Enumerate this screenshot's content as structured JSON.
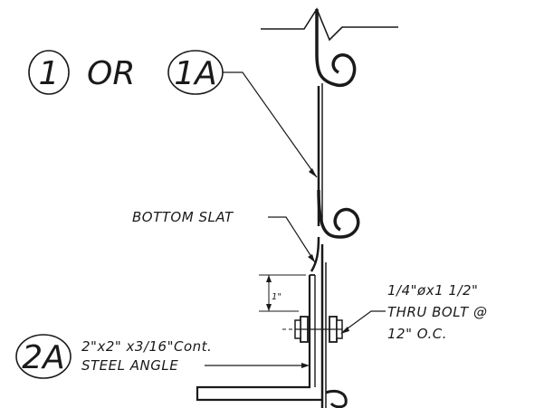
{
  "detail_tags": {
    "tag1": "1",
    "or_text": "OR",
    "tag1a": "1A",
    "tag2a": "2A"
  },
  "labels": {
    "bottom_slat": "BOTTOM SLAT",
    "angle_line1": "2\"x2\" x3/16\"Cont.",
    "angle_line2": "STEEL ANGLE",
    "bolt_line1": "1/4\"øx1 1/2\"",
    "bolt_line2": "THRU BOLT @",
    "bolt_line3": "12\" O.C.",
    "dimension": "1\""
  },
  "colors": {
    "ink": "#1a1a1a",
    "paper": "#ffffff"
  }
}
